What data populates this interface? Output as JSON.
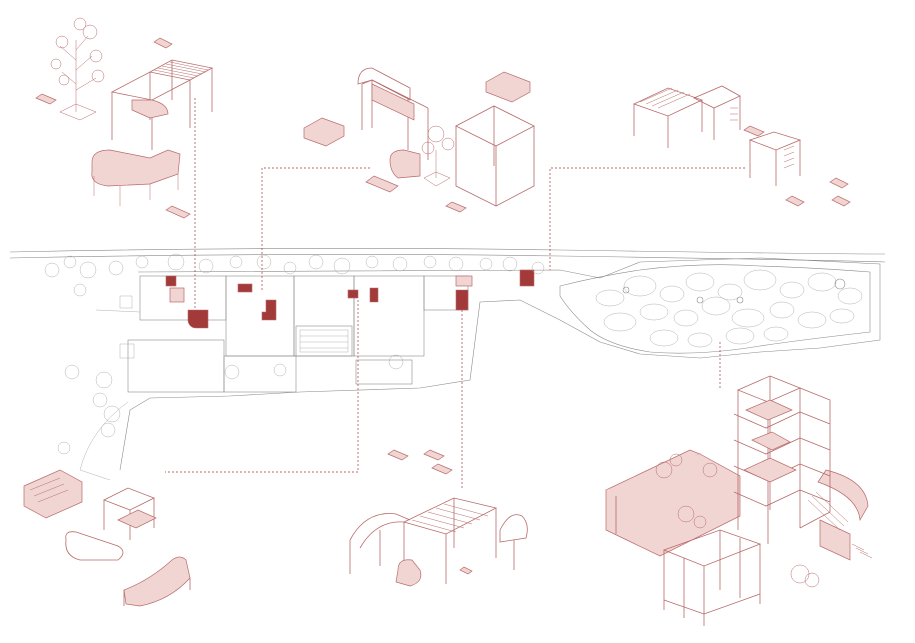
{
  "drawing": {
    "labels": []
  },
  "colors": {
    "ink": "#b86a6a",
    "tint": "#f1d5d3",
    "accent": "#a23a3a",
    "plan_line": "#8a8a8a",
    "background": "#ffffff"
  },
  "modules": [
    {
      "id": "pergola-tree-bench",
      "icon": "pergola-icon"
    },
    {
      "id": "pergola-pavilion-cube",
      "icon": "pavilion-icon"
    },
    {
      "id": "frame-stair-unit",
      "icon": "frame-icon"
    },
    {
      "id": "planter-steps",
      "icon": "planter-icon"
    },
    {
      "id": "arch-pergola",
      "icon": "arch-icon"
    },
    {
      "id": "tower-courtyard",
      "icon": "tower-icon"
    }
  ]
}
